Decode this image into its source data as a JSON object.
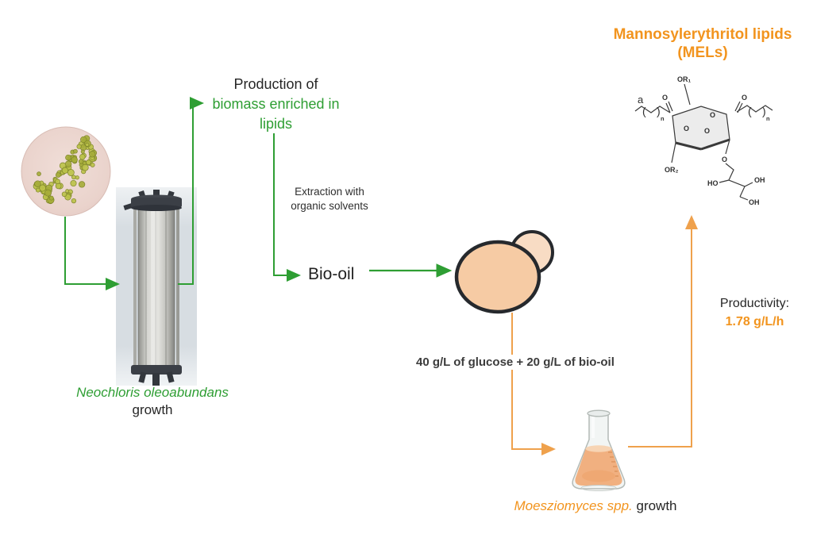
{
  "colors": {
    "green": "#2E9E33",
    "orange": "#F2941E",
    "orange_line": "#EFA14C",
    "dark": "#262626"
  },
  "mel": {
    "title_line1": "Mannosylerythritol lipids",
    "title_line2": "(MELs)",
    "labels": {
      "a": "a",
      "or1": "OR₁",
      "or2": "OR₂",
      "o": "O",
      "ho": "HO",
      "oh": "OH",
      "n": "n"
    }
  },
  "production": {
    "line1": "Production of",
    "line2": "biomass enriched in",
    "line3": "lipids"
  },
  "extraction": {
    "line1": "Extraction with",
    "line2": "organic solvents"
  },
  "bio_oil_label": "Bio-oil",
  "medium_label": "40 g/L of glucose + 20 g/L of bio-oil",
  "microalgae": {
    "species": "Neochloris oleoabundans",
    "suffix": "growth"
  },
  "yeast": {
    "species": "Moesziomyces spp.",
    "suffix": " growth"
  },
  "productivity": {
    "label": "Productivity:",
    "value": "1.78 g/L/h"
  }
}
